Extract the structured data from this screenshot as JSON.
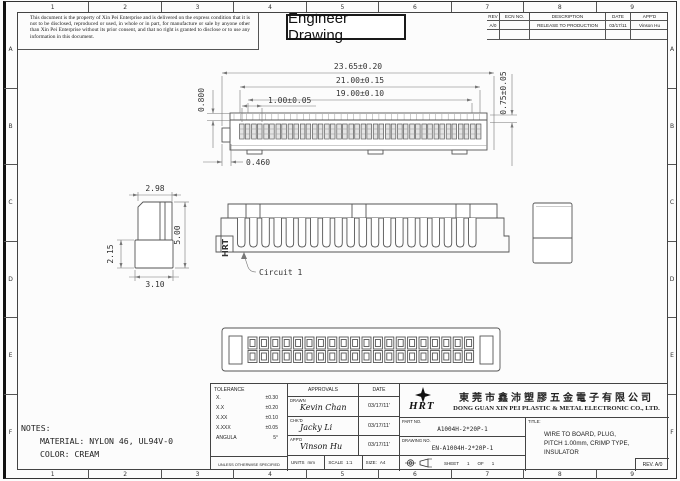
{
  "sheet": {
    "grid_cols": [
      "1",
      "2",
      "3",
      "4",
      "5",
      "6",
      "7",
      "8",
      "9"
    ],
    "grid_rows": [
      "A",
      "B",
      "C",
      "D",
      "E",
      "F"
    ]
  },
  "disclaimer": "This document is the property of Xin Pei Enterprise and is delivered on the express condition that it is not to be disclosed, reproduced or used, in whole or in part, for manufacture or sale by anyone other than Xin Pei Enterprise without its prior consent, and that no right is granted to disclose or to use any information in this document.",
  "drawing_title": "Engineer Drawing",
  "rev_table": {
    "headers": [
      "REV",
      "ECN NO.",
      "DESCRIPTION",
      "DATE",
      "APP'D"
    ],
    "row": {
      "rev": "A/0",
      "ecn": "",
      "description": "RELEASE TO PRODUCTION",
      "date": "03/17/11",
      "appd": "Vinson Hu"
    }
  },
  "dims": {
    "overall_width": "23.65±0.20",
    "width_21": "21.00±0.15",
    "width_19": "19.00±0.10",
    "pitch": "1.00±0.05",
    "left_height": "0.800",
    "right_height": "0.75±0.05",
    "tab_width": "0.460",
    "side_top_width": "2.98",
    "side_lower_height": "2.15",
    "side_height": "5.00",
    "side_bottom_width": "3.10"
  },
  "labels": {
    "part_marking": "HRT",
    "circuit": "Circuit 1"
  },
  "notes": {
    "heading": "NOTES:",
    "lines": [
      "MATERIAL: NYLON 46, UL94V-0",
      "COLOR: CREAM"
    ]
  },
  "tolerance": {
    "heading": "TOLERANCE",
    "rows": [
      {
        "k": "X.",
        "v": "±0.30"
      },
      {
        "k": "X.X",
        "v": "±0.20"
      },
      {
        "k": "X.XX",
        "v": "±0.10"
      },
      {
        "k": "X.XXX",
        "v": "±0.05"
      },
      {
        "k": "ANGULA",
        "v": "5°"
      }
    ],
    "footer": "UNLESS OTHERWISE SPECIFIED"
  },
  "approvals": {
    "heading": "APPROVALS",
    "date_heading": "DATE",
    "rows": [
      {
        "role": "DRAWN",
        "name": "Kevin Chan",
        "date": "03/17/11'"
      },
      {
        "role": "CHK'D",
        "name": "Jacky Li",
        "date": "03/17/11'"
      },
      {
        "role": "APP'D",
        "name": "Vinson Hu",
        "date": "03/17/11'"
      }
    ],
    "units_label": "UNITS",
    "units_value": "mm",
    "scale_label": "SCALE",
    "scale_value": "1:1",
    "size_label": "SIZE:",
    "size_value": "A4"
  },
  "company": {
    "logo_text": "HRT",
    "name_cn": "東莞市鑫沛塑膠五金電子有限公司",
    "name_en": "DONG GUAN XIN PEI PLASTIC & METAL ELECTRONIC CO., LTD."
  },
  "part": {
    "part_no_label": "PART NO.",
    "part_no": "A1004H-2*20P-1",
    "drawing_no_label": "DRAWING NO.",
    "drawing_no": "EN-A1004H-2*20P-1",
    "sheet_label": "SHEET",
    "sheet_no": "1",
    "of_label": "OF",
    "sheet_total": "1"
  },
  "title_block": {
    "title_label": "TITLE:",
    "title_lines": [
      "WIRE TO BOARD, PLUG,",
      "PITCH 1.00mm, CRIMP TYPE,",
      "INSULATOR"
    ],
    "rev": "REV. A/0"
  }
}
